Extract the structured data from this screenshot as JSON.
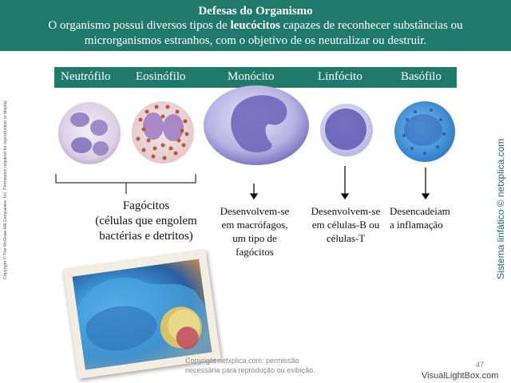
{
  "header": {
    "title": "Defesas do Organismo",
    "line1_pre": "O organismo possui diversos tipos de ",
    "line1_bold": "leucócitos",
    "line1_post": " capazes de reconhecer  substâncias ou",
    "line2": "microrganismos estranhos, com o objetivo de os neutralizar ou destruir."
  },
  "cells": {
    "labels": [
      "Neutrófilo",
      "Eosinófilo",
      "Monócito",
      "Linfócito",
      "Basófilo"
    ]
  },
  "captions": {
    "fagocitos": [
      "Fagócitos",
      "(células que engolem",
      "bactérias e detritos)"
    ],
    "monocito": [
      "Desenvolvem-se",
      "em macrófagos,",
      "um tipo de",
      "fagócitos"
    ],
    "linfocito": [
      "Desenvolvem-se",
      "em células-B  ou",
      "células-T"
    ],
    "basofilo": [
      "Desencadeiam",
      "a inflamação"
    ]
  },
  "side_copyright": "Copyright © The McGraw-Hill Companies, Inc. Permission required for reproduction or display.",
  "side_right": "Sistema linfático © netxplica.com",
  "watermark": [
    "Copyright netxplica.com: permissão",
    "necessária para reprodução ou exibição."
  ],
  "page_number": "47",
  "site": "VisualLightBox.com"
}
